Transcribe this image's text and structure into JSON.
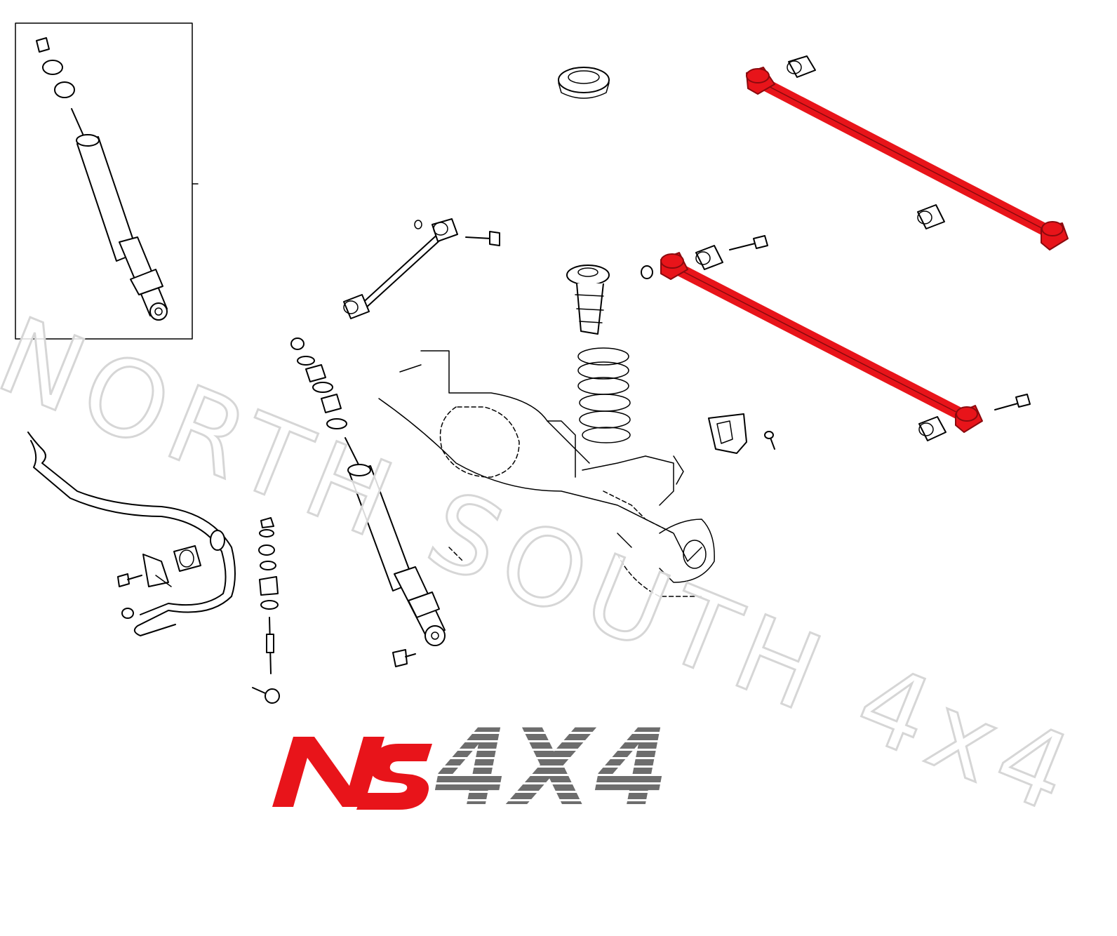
{
  "watermark": {
    "text": "NORTH SOUTH 4x4"
  },
  "logo": {
    "text_red": "NS",
    "text_grey": "4X4",
    "red_color": "#e8141a",
    "grey_color": "#6d6d6d"
  },
  "highlight": {
    "color": "#e8141a",
    "parts": [
      "upper-control-arm",
      "lower-control-arm"
    ]
  },
  "icons": [
    "shock-absorber-icon",
    "coil-spring-icon",
    "control-arm-icon",
    "sway-bar-icon",
    "bolt-icon",
    "bushing-icon"
  ]
}
